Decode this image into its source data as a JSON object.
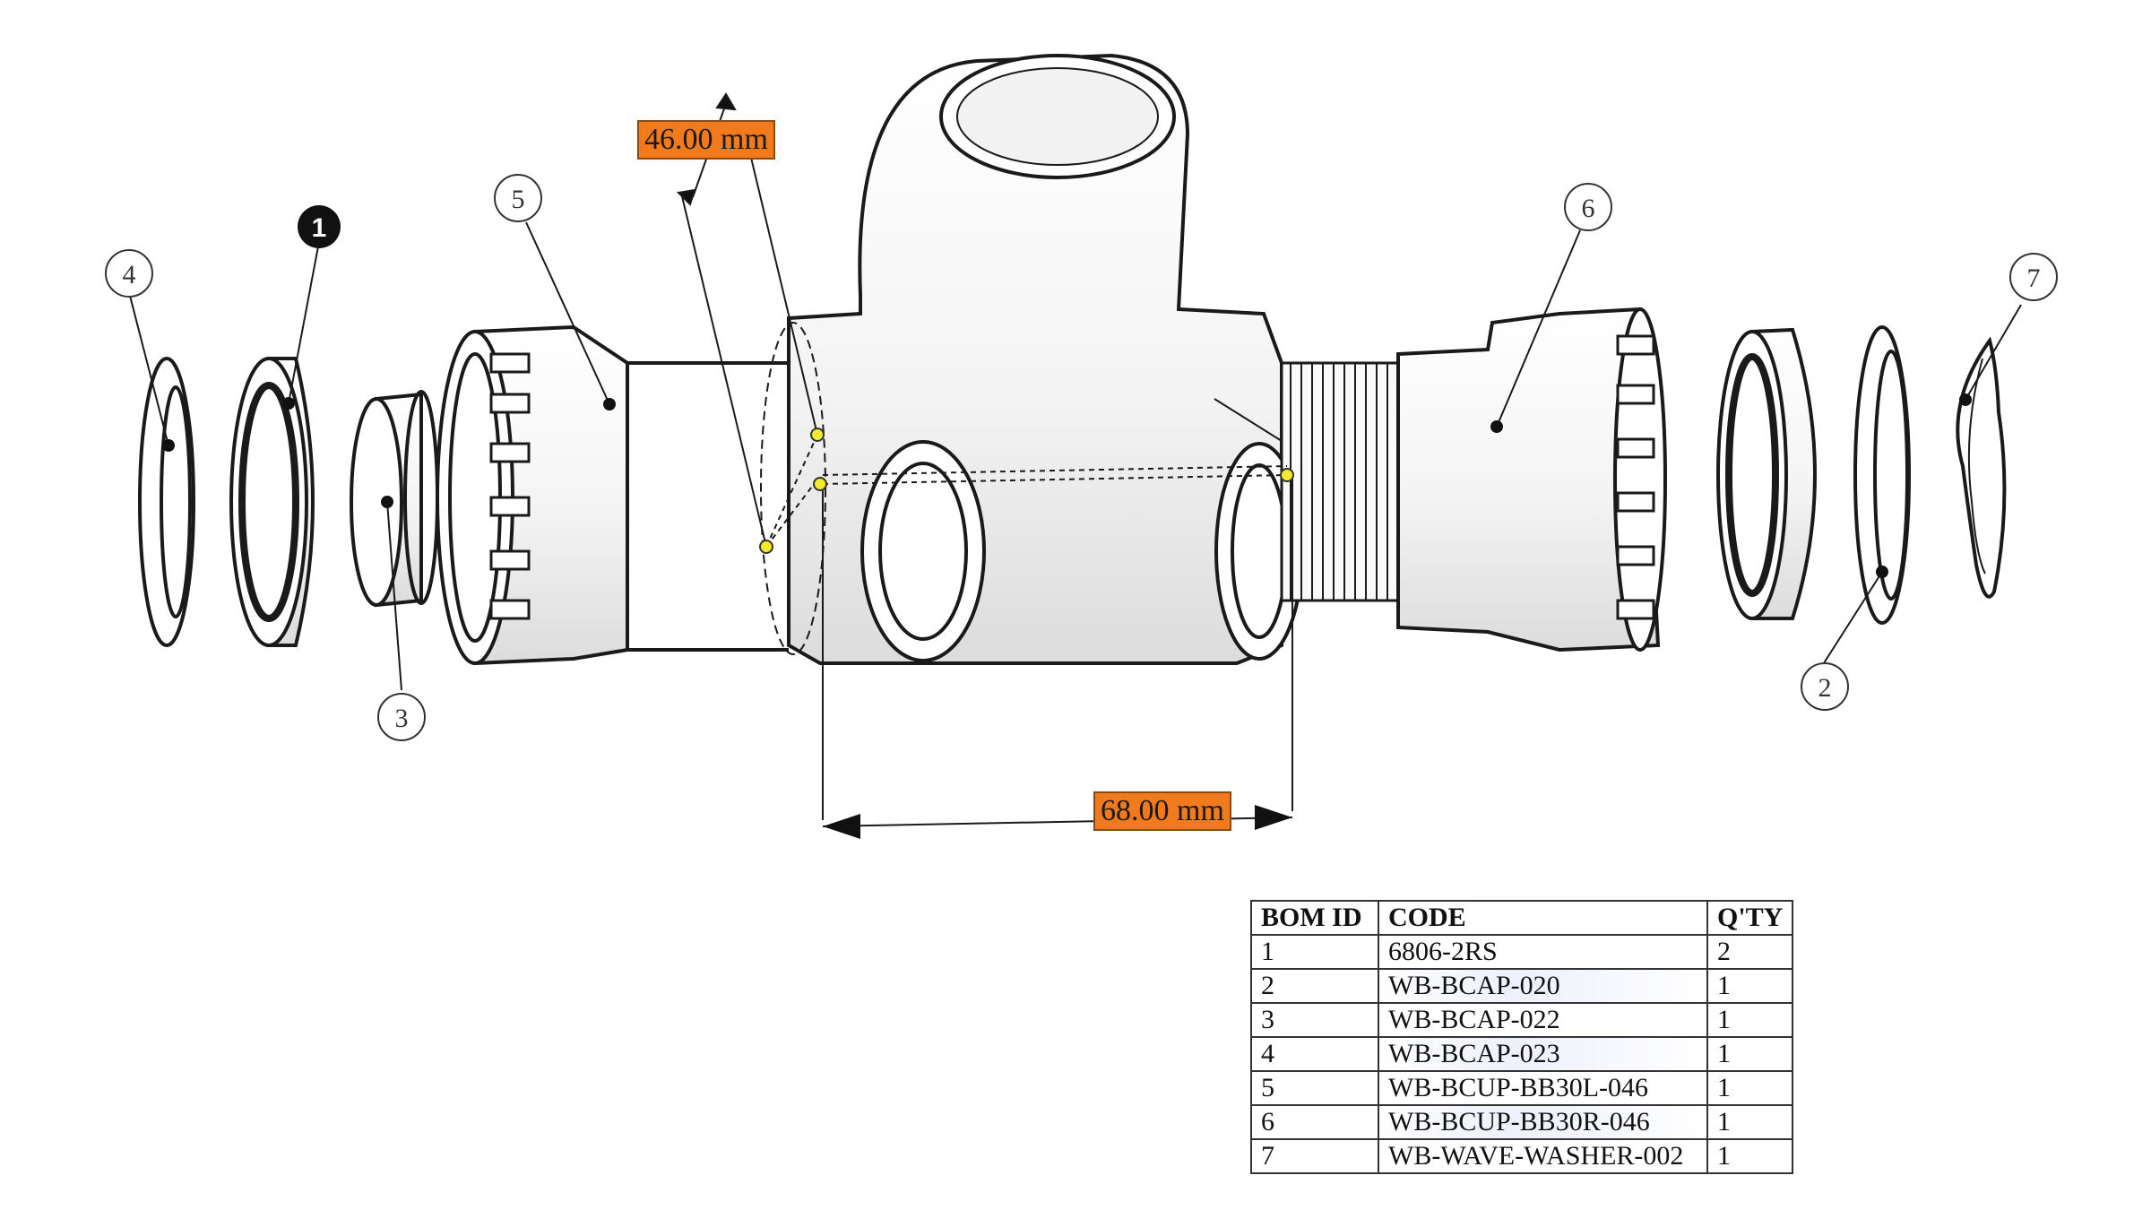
{
  "dimensions": {
    "length_label": "46.00 mm",
    "width_label": "68.00 mm"
  },
  "callouts": [
    "1",
    "2",
    "3",
    "4",
    "5",
    "6",
    "7"
  ],
  "bom": {
    "headers": [
      "BOM ID",
      "CODE",
      "Q'TY"
    ],
    "rows": [
      {
        "id": "1",
        "code": "6806-2RS",
        "qty": "2"
      },
      {
        "id": "2",
        "code": "WB-BCAP-020",
        "qty": "1"
      },
      {
        "id": "3",
        "code": "WB-BCAP-022",
        "qty": "1"
      },
      {
        "id": "4",
        "code": "WB-BCAP-023",
        "qty": "1"
      },
      {
        "id": "5",
        "code": "WB-BCUP-BB30L-046",
        "qty": "1"
      },
      {
        "id": "6",
        "code": "WB-BCUP-BB30R-046",
        "qty": "1"
      },
      {
        "id": "7",
        "code": "WB-WAVE-WASHER-002",
        "qty": "1"
      }
    ]
  },
  "colors": {
    "dimension_label_fill": "#f07a1c",
    "measure_point": "#f5ea2a",
    "line": "#1a1a1a"
  }
}
